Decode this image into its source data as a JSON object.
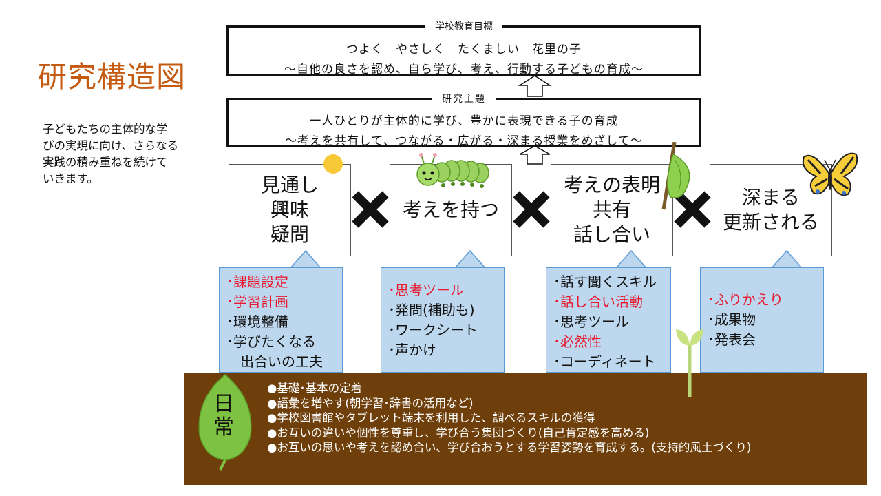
{
  "title": "研究構造図",
  "intro_lines": [
    "子どもたちの主体的な学",
    "びの実現に向け、さらなる",
    "実践の積み重ねを続けて",
    "いきます。"
  ],
  "goal": {
    "tag": "学校教育目標",
    "line1": "つよく　やさしく　たくましい　花里の子",
    "line2": "～自他の良さを認め、自ら学び、考え、行動する子どもの育成～"
  },
  "theme": {
    "tag": "研究主題",
    "line1": "一人ひとりが主体的に学び、豊かに表現できる子の育成",
    "line2": "～考えを共有して、つながる・広がる・深まる授業をめざして～"
  },
  "stages": [
    {
      "lines": [
        "見通し",
        "興味",
        "疑問"
      ]
    },
    {
      "lines": [
        "考えを持つ"
      ]
    },
    {
      "lines": [
        "考えの表明",
        "共有",
        "話し合い"
      ]
    },
    {
      "lines": [
        "深まる",
        "更新される"
      ]
    }
  ],
  "callouts": [
    {
      "items": [
        {
          "text": "･課題設定",
          "highlight": true
        },
        {
          "text": "･学習計画",
          "highlight": true
        },
        {
          "text": "･環境整備",
          "highlight": false
        },
        {
          "text": "･学びたくなる",
          "highlight": false
        },
        {
          "text": "　出合いの工夫",
          "highlight": false
        }
      ]
    },
    {
      "items": [
        {
          "text": "･思考ツール",
          "highlight": true
        },
        {
          "text": "･発問(補助も)",
          "highlight": false
        },
        {
          "text": "･ワークシート",
          "highlight": false
        },
        {
          "text": "･声かけ",
          "highlight": false
        }
      ]
    },
    {
      "items": [
        {
          "text": "･話す聞くスキル",
          "highlight": false
        },
        {
          "text": "･話し合い活動",
          "highlight": true
        },
        {
          "text": "･思考ツール",
          "highlight": false
        },
        {
          "text": "･必然性",
          "highlight": true
        },
        {
          "text": "･コーディネート",
          "highlight": false
        }
      ]
    },
    {
      "items": [
        {
          "text": "･ふりかえり",
          "highlight": true
        },
        {
          "text": "･成果物",
          "highlight": false
        },
        {
          "text": "･発表会",
          "highlight": false
        }
      ]
    }
  ],
  "daily": {
    "label_lines": [
      "日",
      "常"
    ],
    "items": [
      "●基礎･基本の定着",
      "●語彙を増やす(朝学習･辞書の活用など)",
      "●学校図書館やタブレット端末を利用した、調べるスキルの獲得",
      "●お互いの違いや個性を尊重し、学び合う集団づくり(自己肯定感を高める)",
      "●お互いの思いや考えを認め合い、学び合おうとする学習姿勢を育成する。(支持的風土づくり)"
    ]
  },
  "colors": {
    "title": "#c55a11",
    "callout_fill": "#bdd7ee",
    "callout_border": "#5b9bd5",
    "highlight_text": "#e8182e",
    "soil": "#6e3f0a",
    "leaf": "#7dc242"
  },
  "icons": [
    "sun-icon",
    "caterpillar-icon",
    "chrysalis-icon",
    "butterfly-icon",
    "sprout-icon",
    "leaf-icon",
    "cross-mark-icon",
    "up-arrow-icon"
  ]
}
